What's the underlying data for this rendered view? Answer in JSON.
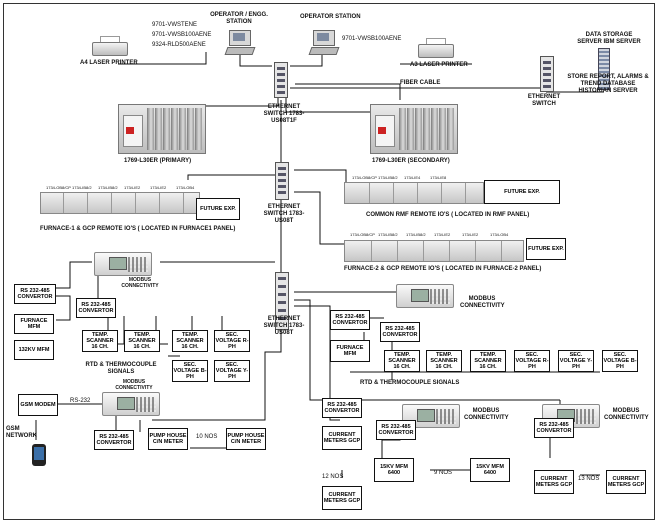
{
  "operator_engg_station": {
    "title": "OPERATOR / ENGG. STATION",
    "tags": [
      "9701-VWSTENE",
      "9701-VWSB100AENE",
      "9324-RLD500AENE"
    ]
  },
  "operator_station": {
    "title": "OPERATOR STATION",
    "tag": "9701-VWSB100AENE"
  },
  "a4_printer": "A4 LASER PRINTER",
  "a3_printer": "A3 LASER PRINTER",
  "data_storage": {
    "title": "DATA STORAGE SERVER IBM SERVER",
    "desc": "STORE REPORT, ALARMS & TREND DATABASE HISTORIAN SERVER"
  },
  "switches": {
    "top": "ETHERNET SWITCH 1783-US08T1F",
    "middle": "ETHERNET SWITCH 1783-US08T",
    "lower": "ETHERNET SWITCH 1783-US08T",
    "right": "ETHERNET SWITCH"
  },
  "fiber_cable": "FIBER CABLE",
  "plc_primary": "1769-L30ER (PRIMARY)",
  "plc_secondary": "1769-L30ER (SECONDARY)",
  "io_modules": [
    "1734-OB8/CP",
    "1734-IB8/2",
    "1734-IB8/2",
    "1734-IE2",
    "1734-IE2",
    "1734-OB4"
  ],
  "rmf_modules": [
    "1734-OB8/CP",
    "1734-IB8/2",
    "1734-IE4",
    "1734-IE8"
  ],
  "future_exp": "FUTURE EXP.",
  "furnace1_io": "FURNACE-1 & GCP REMOTE IO'S ( LOCATED IN FURNACE1 PANEL)",
  "rmf_io": "COMMON RMF REMOTE IO'S ( LOCATED IN RMF PANEL)",
  "furnace2_io": "FURNACE-2 & GCP REMOTE IO'S ( LOCATED IN FURNACE-2 PANEL)",
  "modbus": "MODBUS CONNECTIVITY",
  "rs232_485": "RS 232-485 CONVERTOR",
  "furnace_mfm": "FURNACE MFM",
  "kv132_mfm": "132KV MFM",
  "temp_scanner": "TEMP. SCANNER 16 CH.",
  "sec_voltage": {
    "r": "SEC. VOLTAGE R-PH",
    "y": "SEC. VOLTAGE Y-PH",
    "b": "SEC. VOLTAGE B-PH"
  },
  "rtd_left": "RTD & THERMOCOUPLE SIGNALS",
  "rtd_right": "RTD & THERMOCOUPLE SIGNALS",
  "gsm": {
    "modem": "GSM MODEM",
    "network": "GSM NETWORK",
    "link": "RS-232"
  },
  "pump_meter": "PUMP HOUSE C/N METER",
  "ten_nos": "10 NOS",
  "current_meters": "CURRENT METERS GCP",
  "twelve_nos": "12 NOS",
  "kv15_mfm": "15KV MFM 6400",
  "nine_nos": "9 NOS",
  "thirteen_nos": "13 NOS",
  "colors": {
    "line": "#111111",
    "device": "#c8c8c8",
    "led": "#cc2222"
  }
}
